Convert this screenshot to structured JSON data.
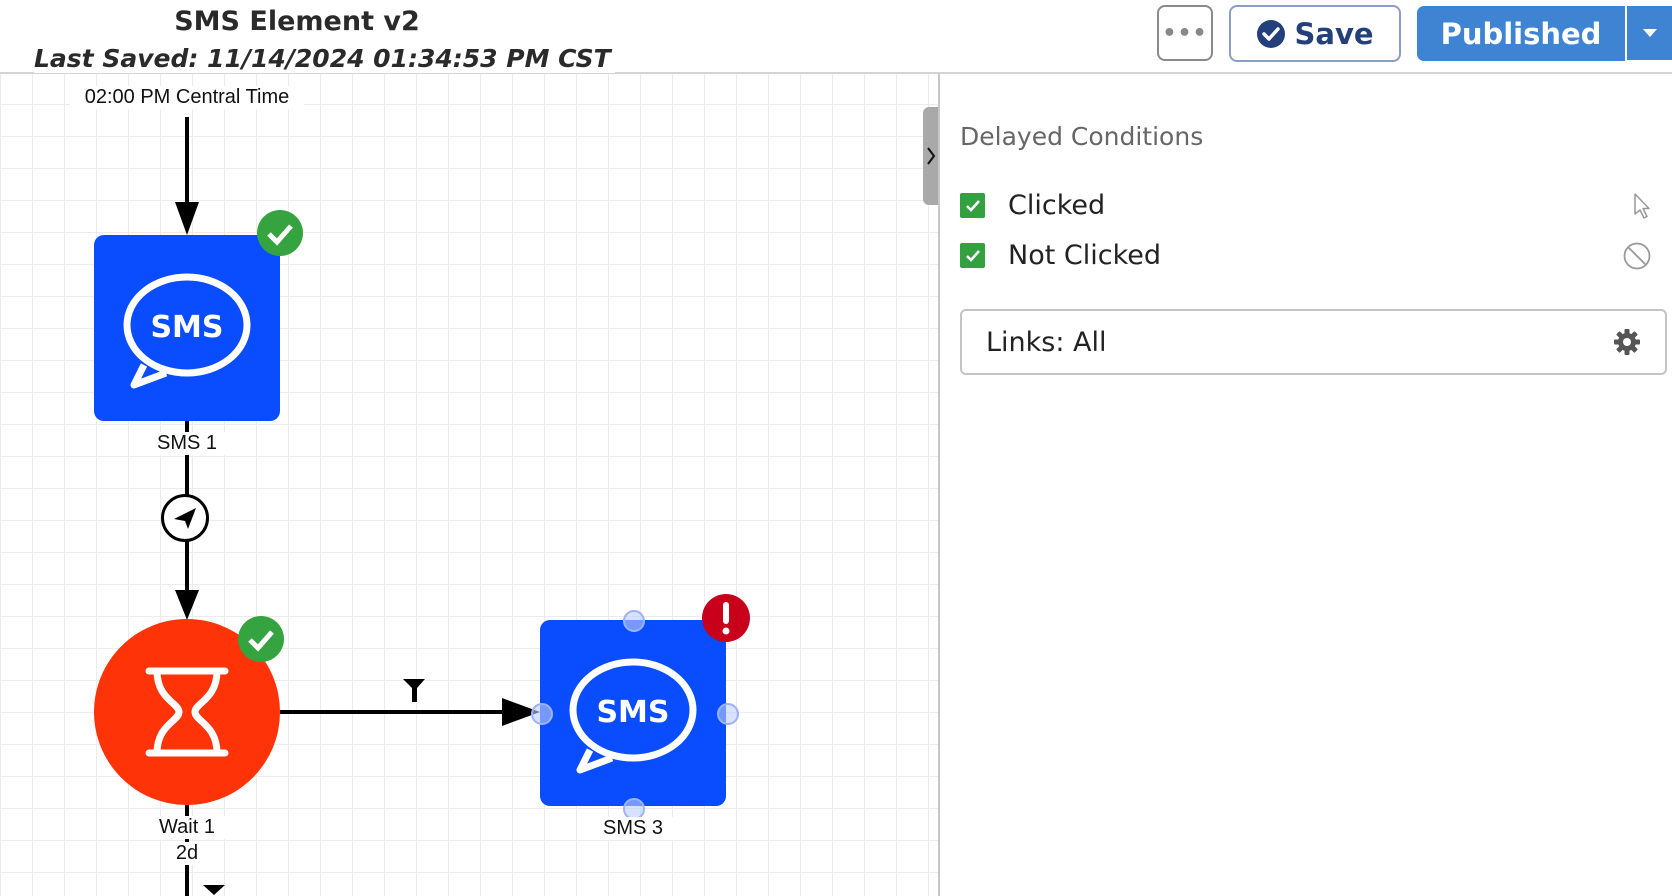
{
  "header": {
    "title": "SMS Element v2",
    "last_saved": "Last Saved: 11/14/2024 01:34:53 PM CST",
    "more_label": "•••",
    "save_label": "Save",
    "publish_label": "Published"
  },
  "canvas": {
    "start_time": "02:00 PM Central Time",
    "nodes": [
      {
        "label": "SMS 1",
        "type": "sms",
        "status": "valid",
        "icon_text": "SMS"
      },
      {
        "label": "Wait 1",
        "sublabel": "2d",
        "type": "wait",
        "status": "valid"
      },
      {
        "label": "SMS 3",
        "type": "sms",
        "status": "error",
        "icon_text": "SMS"
      }
    ],
    "colors": {
      "sms": "#0a4cff",
      "wait": "#ff3308",
      "valid": "#35a440",
      "error": "#c8001c"
    }
  },
  "panel": {
    "title": "Delayed Conditions",
    "conditions": [
      {
        "label": "Clicked",
        "checked": true,
        "icon": "cursor-icon"
      },
      {
        "label": "Not Clicked",
        "checked": true,
        "icon": "ban-icon"
      }
    ],
    "links_label": "Links: All"
  }
}
